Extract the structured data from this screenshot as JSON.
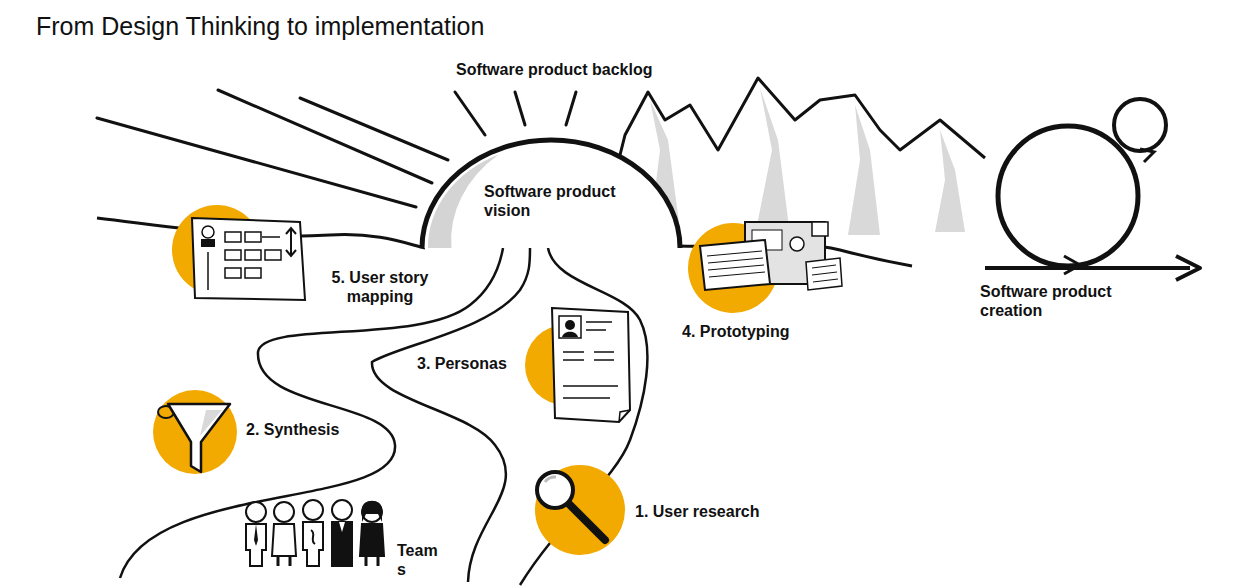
{
  "diagram": {
    "title": "From Design Thinking to implementation",
    "nodes": [
      {
        "text": [
          "Software product vision"
        ]
      }
    ],
    "labels": [
      "Software product backlog",
      "5. User story mapping",
      "2. Synthesis",
      "3. Personas",
      "4. Prototyping",
      "1. User research",
      "Team s",
      "Software product creation"
    ]
  }
}
